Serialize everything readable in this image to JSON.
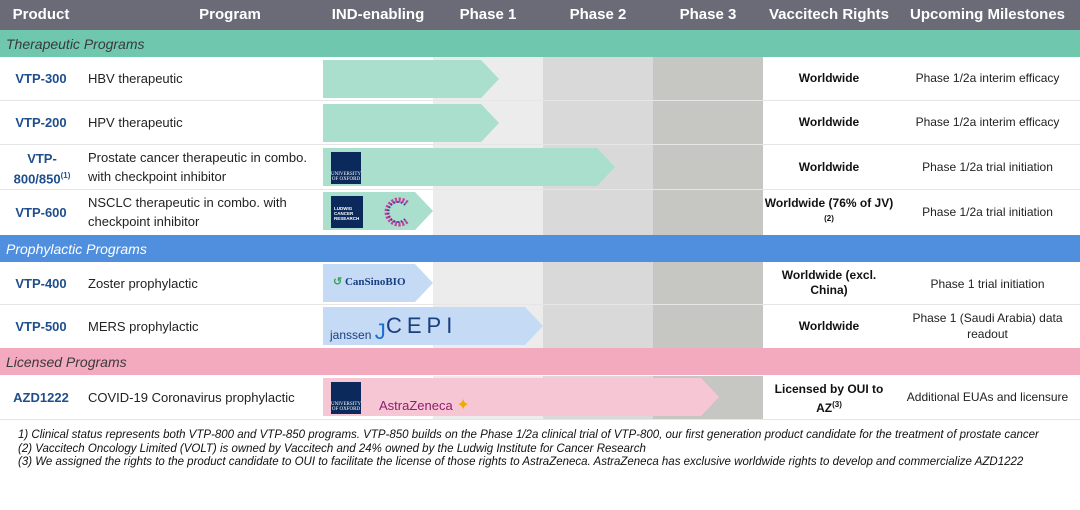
{
  "header": {
    "product": "Product",
    "program": "Program",
    "ind": "IND-enabling",
    "phase1": "Phase 1",
    "phase2": "Phase 2",
    "phase3": "Phase 3",
    "rights": "Vaccitech Rights",
    "milestones": "Upcoming Milestones"
  },
  "sections": {
    "therapeutic": "Therapeutic Programs",
    "prophylactic": "Prophylactic Programs",
    "licensed": "Licensed Programs"
  },
  "colors": {
    "therapeutic_bar": "#a9dfcc",
    "prophylactic_bar": "#c5daf5",
    "licensed_bar": "#f7c6d5",
    "product_text": "#1f4e8c"
  },
  "rows": [
    {
      "product": "VTP-300",
      "program": "HBV therapeutic",
      "stage": "Phase 1",
      "progress_phases": 1.6,
      "rights": "Worldwide",
      "milestone": "Phase 1/2a interim efficacy",
      "partners": []
    },
    {
      "product": "VTP-200",
      "program": "HPV therapeutic",
      "stage": "Phase 1",
      "progress_phases": 1.6,
      "rights": "Worldwide",
      "milestone": "Phase 1/2a interim efficacy",
      "partners": []
    },
    {
      "product": "VTP-800/850",
      "product_sup": "(1)",
      "program": "Prostate cancer therapeutic in combo. with checkpoint inhibitor",
      "stage": "Phase 2",
      "progress_phases": 2.65,
      "rights": "Worldwide",
      "milestone": "Phase 1/2a trial initiation",
      "partners": [
        "University of Oxford"
      ]
    },
    {
      "product": "VTP-600",
      "program": "NSCLC therapeutic in combo. with checkpoint inhibitor",
      "stage": "IND-enabling",
      "progress_phases": 1.0,
      "rights": "Worldwide (76% of JV)",
      "rights_sup": "(2)",
      "milestone": "Phase 1/2a trial initiation",
      "partners": [
        "Ludwig Cancer Research",
        "Cancer Research (C)"
      ]
    },
    {
      "product": "VTP-400",
      "program": "Zoster prophylactic",
      "stage": "IND-enabling",
      "progress_phases": 1.0,
      "rights": "Worldwide (excl. China)",
      "milestone": "Phase 1 trial initiation",
      "partners": [
        "CanSinoBIO"
      ]
    },
    {
      "product": "VTP-500",
      "program": "MERS prophylactic",
      "stage": "Phase 1",
      "progress_phases": 2.0,
      "rights": "Worldwide",
      "milestone": "Phase 1 (Saudi Arabia) data readout",
      "partners": [
        "Janssen",
        "CEPI"
      ]
    },
    {
      "product": "AZD1222",
      "program": "COVID-19 Coronavirus prophylactic",
      "stage": "Phase 3",
      "progress_phases": 3.6,
      "rights": "Licensed by OUI to AZ",
      "rights_sup": "(3)",
      "milestone": "Additional EUAs and licensure",
      "partners": [
        "University of Oxford",
        "AstraZeneca"
      ]
    }
  ],
  "logos": {
    "oxford": "UNIVERSITY OF OXFORD",
    "ludwig": "LUDWIG CANCER RESEARCH",
    "cansino": "CanSinoBIO",
    "janssen": "Janssen",
    "cepi": "CEPI",
    "astrazeneca": "AstraZeneca"
  },
  "footnotes": [
    "1) Clinical status represents both VTP-800 and VTP-850 programs. VTP-850 builds on the Phase 1/2a clinical trial of VTP-800, our first generation product candidate for the treatment of prostate cancer",
    "(2) Vaccitech Oncology Limited (VOLT) is owned by Vaccitech and 24% owned by the Ludwig Institute for Cancer Research",
    "(3) We assigned the rights to the product candidate to OUI to facilitate the license of those rights to AstraZeneca. AstraZeneca has exclusive worldwide rights to develop and commercialize AZD1222"
  ]
}
